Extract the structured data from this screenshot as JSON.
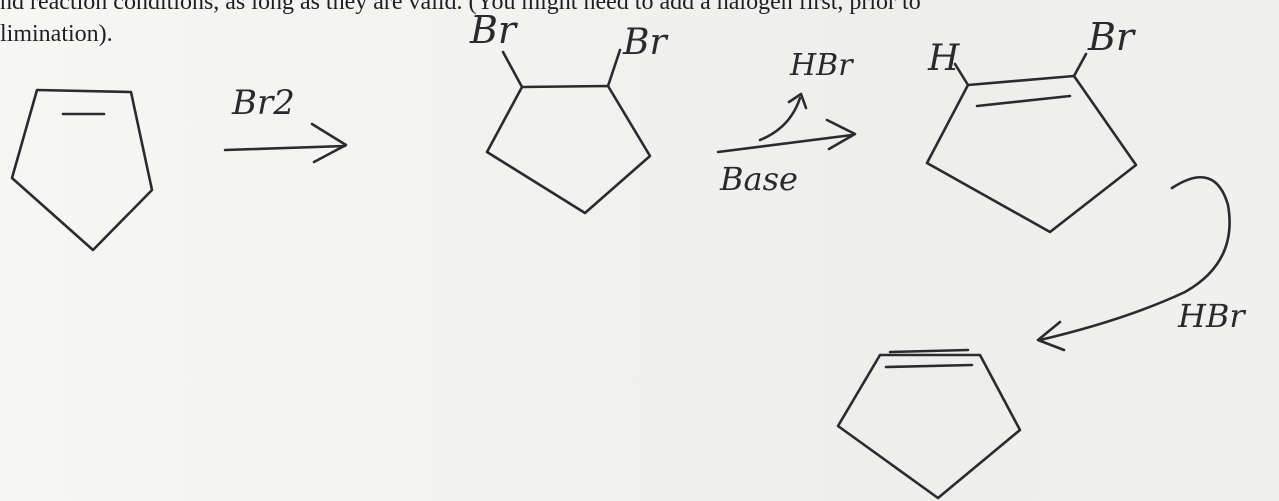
{
  "problem_text": {
    "line1": "nd reaction conditions, as long as they are valid. (You might need to add a halogen first, prior to",
    "line2": "limination)."
  },
  "annotations": {
    "reagent_br2": "Br2",
    "dibromide_br_left": "Br",
    "dibromide_br_right": "Br",
    "elimination_hbr": "HBr",
    "elimination_base": "Base",
    "vinyl_h": "H",
    "vinyl_br": "Br",
    "second_elimination_hbr": "HBr"
  }
}
